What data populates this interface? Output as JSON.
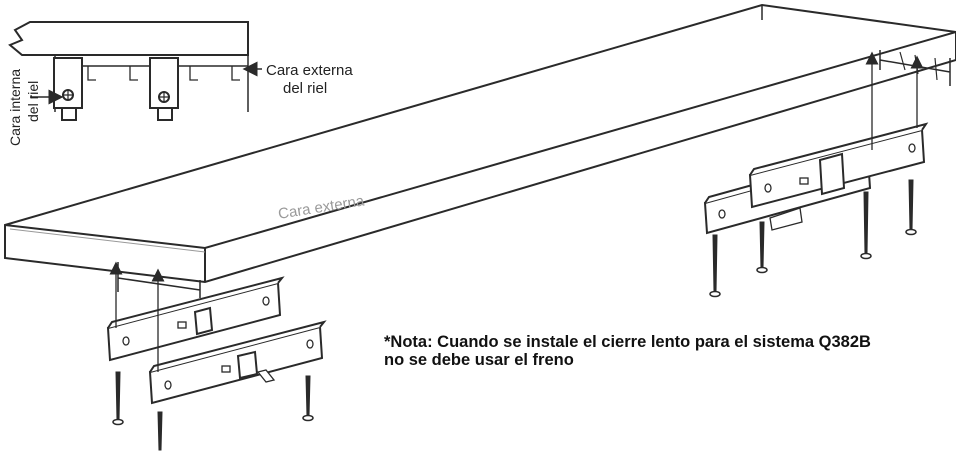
{
  "labels": {
    "inset_outer_face": "Cara externa",
    "inset_outer_face_2": "del riel",
    "inset_inner_face": "Cara interna",
    "inset_inner_face_2": "del riel",
    "board_outer_face": "Cara externa"
  },
  "note": {
    "line1": "*Nota: Cuando se instale el cierre lento para el sistema Q382B",
    "line2": "no se debe usar el freno"
  },
  "colors": {
    "line": "#2a2a2a",
    "ghost_text": "#9a9a9a",
    "fill": "#ffffff"
  }
}
